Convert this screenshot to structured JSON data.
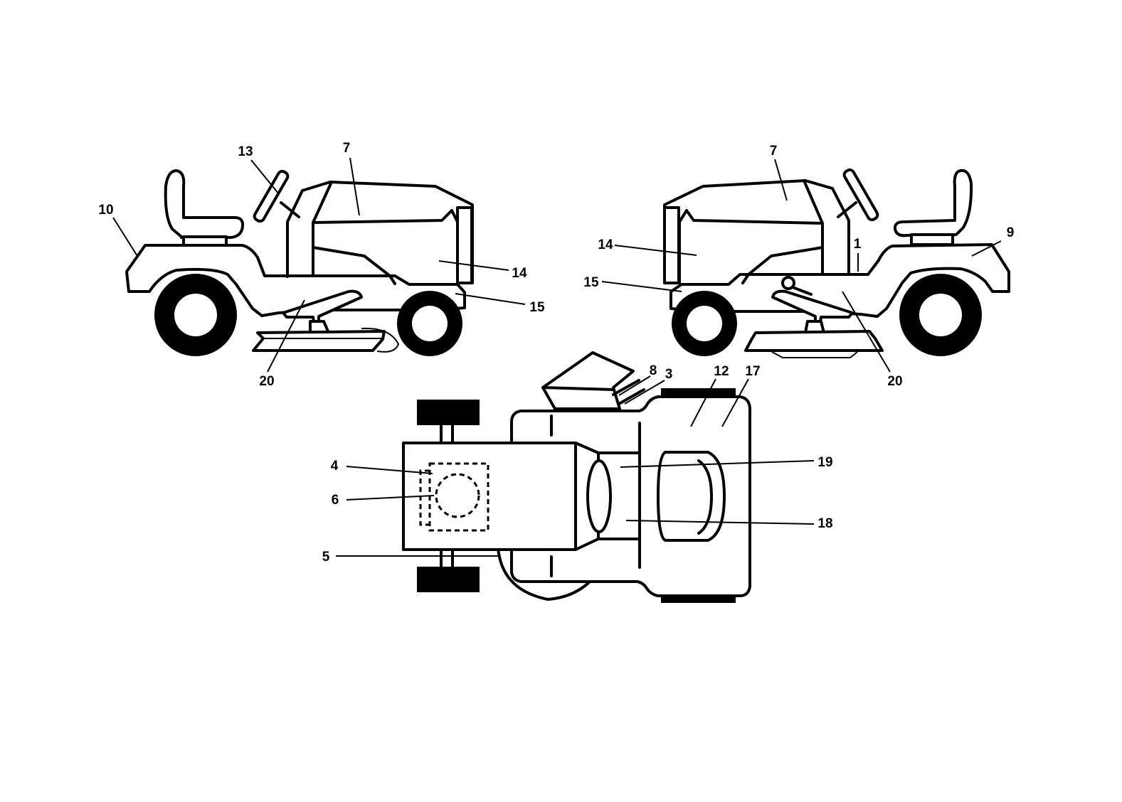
{
  "callouts": [
    {
      "id": "c13-left",
      "label": "13"
    },
    {
      "id": "c7-left",
      "label": "7"
    },
    {
      "id": "c10-left",
      "label": "10"
    },
    {
      "id": "c14-left",
      "label": "14"
    },
    {
      "id": "c15-left",
      "label": "15"
    },
    {
      "id": "c20-left",
      "label": "20"
    },
    {
      "id": "c7-right",
      "label": "7"
    },
    {
      "id": "c14-right",
      "label": "14"
    },
    {
      "id": "c1-right",
      "label": "1"
    },
    {
      "id": "c9-right",
      "label": "9"
    },
    {
      "id": "c15-right",
      "label": "15"
    },
    {
      "id": "c20-right",
      "label": "20"
    },
    {
      "id": "c8-top",
      "label": "8"
    },
    {
      "id": "c3-top",
      "label": "3"
    },
    {
      "id": "c12-top",
      "label": "12"
    },
    {
      "id": "c17-top",
      "label": "17"
    },
    {
      "id": "c4-top",
      "label": "4"
    },
    {
      "id": "c6-top",
      "label": "6"
    },
    {
      "id": "c19-top",
      "label": "19"
    },
    {
      "id": "c18-top",
      "label": "18"
    },
    {
      "id": "c5-top",
      "label": "5"
    }
  ]
}
